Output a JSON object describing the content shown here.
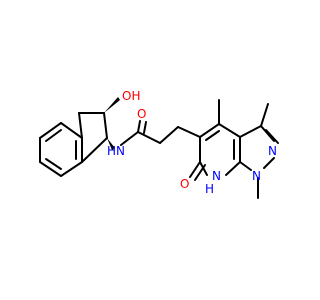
{
  "colors": {
    "background": "#ffffff",
    "bond": "#000000",
    "oxygen": "#ff0000",
    "nitrogen": "#0000ff"
  },
  "labels": {
    "hydroxyl": "OH",
    "amide_nh": "N",
    "amide_nh_h": "H",
    "amide_o": "O",
    "keto_o": "O",
    "ring_nh": "N",
    "ring_nh_h": "H",
    "pyrazole_n1": "N",
    "pyrazole_n2": "N"
  }
}
